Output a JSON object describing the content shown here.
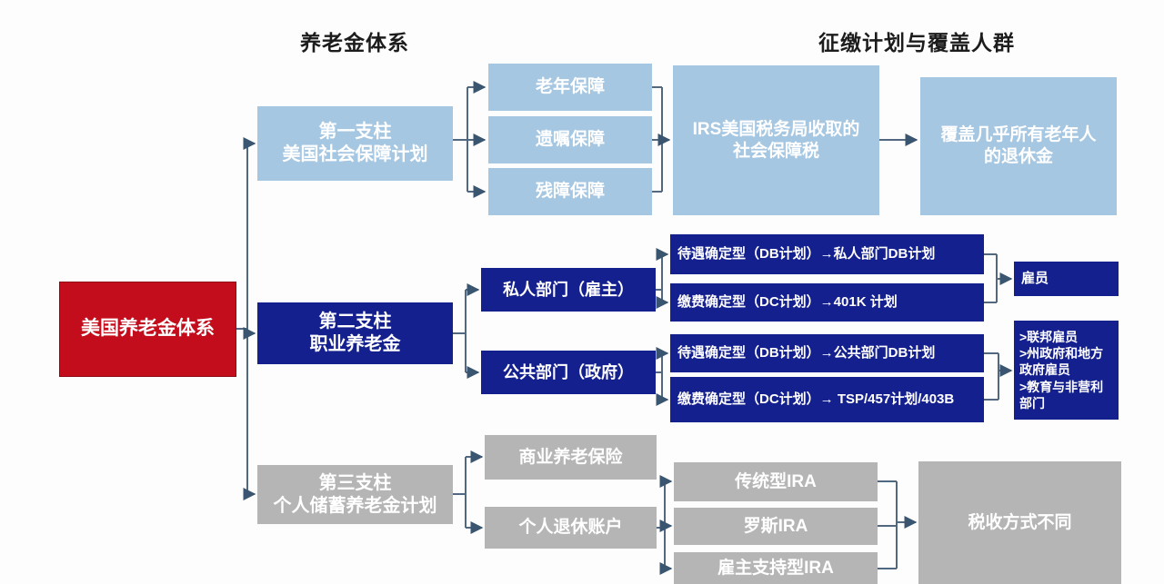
{
  "headers": {
    "left": "养老金体系",
    "right": "征缴计划与覆盖人群"
  },
  "root": {
    "label": "美国养老金体系"
  },
  "pillar1": {
    "title_line1": "第一支柱",
    "title_line2": "美国社会保障计划",
    "items": [
      "老年保障",
      "遗嘱保障",
      "残障保障"
    ],
    "plan_line1": "IRS美国税务局收取的",
    "plan_line2": "社会保障税",
    "coverage_line1": "覆盖几乎所有老年人",
    "coverage_line2": "的退休金"
  },
  "pillar2": {
    "title_line1": "第二支柱",
    "title_line2": "职业养老金",
    "private_sector": "私人部门（雇主）",
    "public_sector": "公共部门（政府）",
    "plans": [
      "待遇确定型（DB计划）→私人部门DB计划",
      "缴费确定型（DC计划）→401K 计划",
      "待遇确定型（DB计划）→公共部门DB计划",
      "缴费确定型（DC计划）→ TSP/457计划/403B"
    ],
    "coverage_private": "雇员",
    "coverage_public_lines": [
      ">联邦雇员",
      ">州政府和地方政府雇员",
      ">教育与非营利部门"
    ]
  },
  "pillar3": {
    "title_line1": "第三支柱",
    "title_line2": "个人储蓄养老金计划",
    "commercial": "商业养老保险",
    "ira_account": "个人退休账户",
    "ira_types": [
      "传统型IRA",
      "罗斯IRA",
      "雇主支持型IRA"
    ],
    "coverage": "税收方式不同"
  },
  "colors": {
    "light_blue": "#a6c7e2",
    "navy": "#15208f",
    "gray": "#b5b5b5",
    "red": "#c30d1c",
    "line": "#516880",
    "arrow": "#3a5570"
  }
}
